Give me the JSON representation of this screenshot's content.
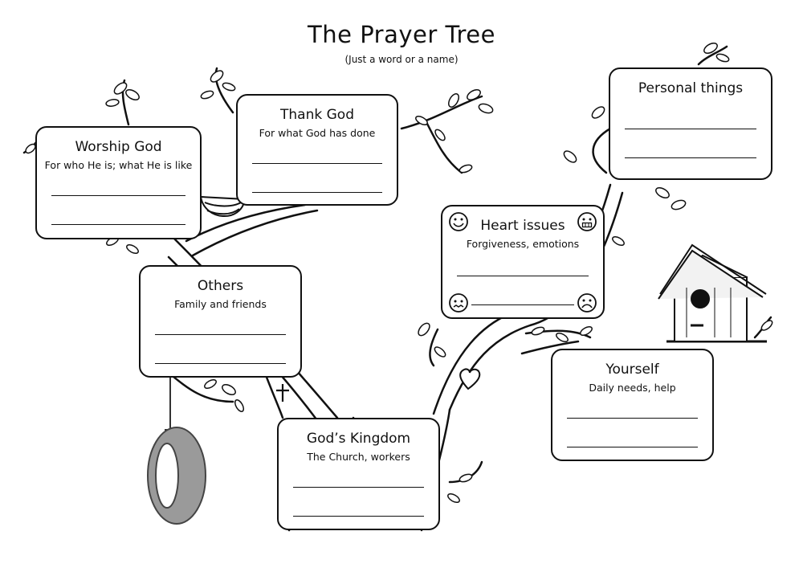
{
  "page": {
    "title": "The Prayer Tree",
    "subtitle": "(Just a word or a name)"
  },
  "cards": {
    "worship": {
      "heading": "Worship God",
      "sub": "For who He is; what He is like"
    },
    "thank": {
      "heading": "Thank God",
      "sub": "For what God has done"
    },
    "personal": {
      "heading": "Personal things",
      "sub": ""
    },
    "heart": {
      "heading": "Heart issues",
      "sub": "Forgiveness, emotions"
    },
    "others": {
      "heading": "Others",
      "sub": "Family and friends"
    },
    "yourself": {
      "heading": "Yourself",
      "sub": "Daily needs, help"
    },
    "kingdom": {
      "heading": "God’s Kingdom",
      "sub": "The Church, workers"
    }
  },
  "icons": {
    "tree": "tree-illustration",
    "nest": "bird-nest-icon",
    "birdhouse": "birdhouse-icon",
    "tire_swing": "tire-swing-icon",
    "cross": "cross-icon",
    "heart": "heart-icon",
    "faces": [
      "smiley-face-icon",
      "grimace-face-icon",
      "worried-face-icon",
      "sad-face-icon"
    ]
  },
  "colors": {
    "ink": "#111111",
    "paper": "#ffffff",
    "tire": "#555555"
  }
}
